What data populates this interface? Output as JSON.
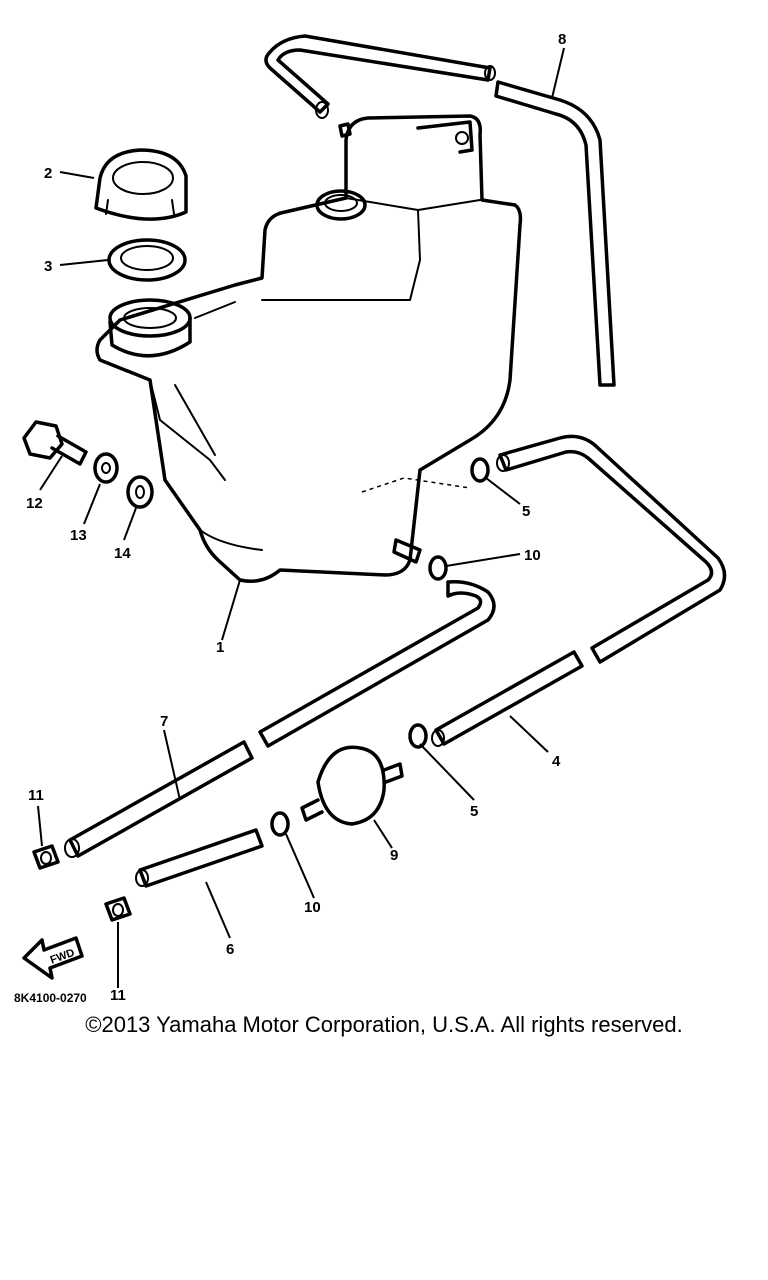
{
  "diagram": {
    "code": "8K4100-0270",
    "fwd_label": "FWD",
    "callouts": {
      "c1": "1",
      "c2": "2",
      "c3": "3",
      "c4": "4",
      "c5a": "5",
      "c5b": "5",
      "c6": "6",
      "c7": "7",
      "c8": "8",
      "c9": "9",
      "c10a": "10",
      "c10b": "10",
      "c11a": "11",
      "c11b": "11",
      "c12": "12",
      "c13": "13",
      "c14": "14"
    }
  },
  "footer": {
    "copyright": "©2013 Yamaha Motor Corporation, U.S.A. All rights reserved."
  }
}
